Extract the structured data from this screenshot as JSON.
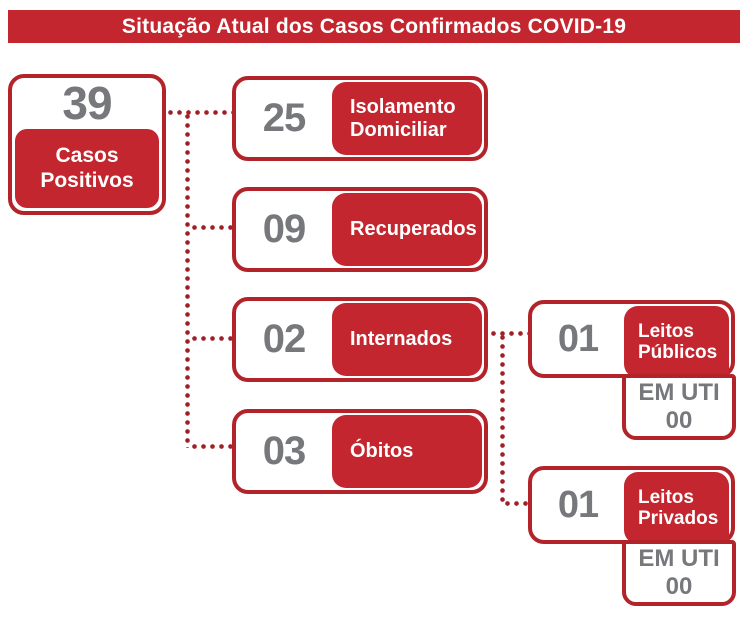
{
  "title": "Situação Atual dos Casos Confirmados COVID-19",
  "root": {
    "value": "39",
    "label": "Casos Positivos"
  },
  "branches": [
    {
      "value": "25",
      "label": "Isolamento Domiciliar"
    },
    {
      "value": "09",
      "label": "Recuperados"
    },
    {
      "value": "02",
      "label": "Internados"
    },
    {
      "value": "03",
      "label": "Óbitos"
    }
  ],
  "leitos": [
    {
      "value": "01",
      "label": "Leitos Públicos",
      "uti_label": "EM UTI",
      "uti_value": "00"
    },
    {
      "value": "01",
      "label": "Leitos Privados",
      "uti_label": "EM UTI",
      "uti_value": "00"
    }
  ],
  "colors": {
    "red_fill": "#C3262E",
    "red_border": "#B22429",
    "dot_red": "#A02026",
    "number_gray": "#77787B",
    "background": "#FFFFFF"
  },
  "chart_data": {
    "type": "table",
    "title": "Situação Atual dos Casos Confirmados COVID-19",
    "categories": [
      "Casos Positivos",
      "Isolamento Domiciliar",
      "Recuperados",
      "Internados",
      "Óbitos",
      "Leitos Públicos",
      "Leitos Públicos EM UTI",
      "Leitos Privados",
      "Leitos Privados EM UTI"
    ],
    "values": [
      39,
      25,
      9,
      2,
      3,
      1,
      0,
      1,
      0
    ]
  }
}
